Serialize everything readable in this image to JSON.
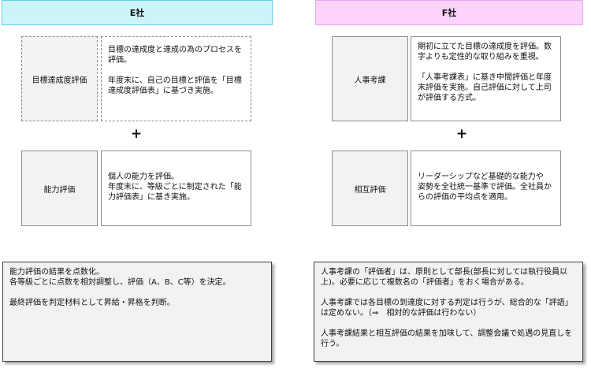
{
  "e_company": {
    "header": "E社",
    "item1_label": "目標達成度評価",
    "item1_desc": "目標の達成度と達成の為のプロセスを評価。\n\n年度末に、自己の目標と評価を「目標達成度評価表」に基づき実施。",
    "plus": "+",
    "item2_label": "能力評価",
    "item2_desc": "個人の能力を評価。\n年度末に、等級ごとに制定された「能力評価表」に基き実施。",
    "note": "能力評価の結果を点数化。\n各等級ごとに点数を相対調整し、評価（A、B、C等）を決定。\n\n最終評価を判定材料として昇給・昇格を判断。"
  },
  "f_company": {
    "header": "F社",
    "item1_label": "人事考課",
    "item1_desc": "期初に立てた目標の達成度を評価。数字よりも定性的な取り組みを重視。\n\n「人事考課表」に基き中間評価と年度末評価を実施。自己評価に対して上司が評価する方式。",
    "plus": "+",
    "item2_label": "相互評価",
    "item2_desc": "リーダーシップなど基礎的な能力や　姿勢を全社統一基準で評価。全社員からの評価の平均点を適用。",
    "note": "人事考課の「評価者」は、原則として部長(部長に対しては執行役員以上)。必要に応じて複数名の「評価者」をおく場合がある。\n\n人事考課では各目標の到達度に対する判定は行うが、総合的な「評語」は定めない。（⇒　相対的な評価は行わない）\n\n人事考課結果と相互評価の結果を加味して、調整会議で処遇の見直しを行う。"
  }
}
